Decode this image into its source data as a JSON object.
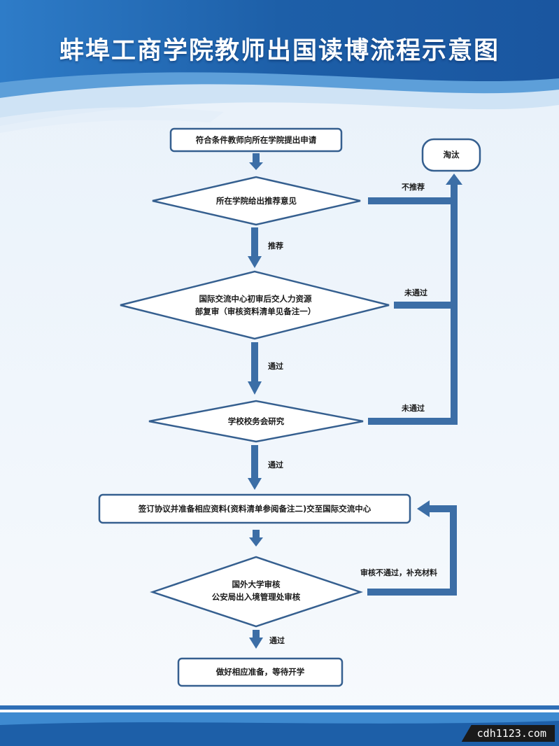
{
  "title": "蚌埠工商学院教师出国读博流程示意图",
  "colors": {
    "header_dark": "#1d5fa8",
    "header_mid": "#3e8ad0",
    "header_light": "#a9cdee",
    "arrow": "#3c6ea6",
    "box_stroke": "#355f8f",
    "background": "#f4f8fc"
  },
  "nodes": {
    "apply": "符合条件教师向所在学院提出申请",
    "college": "所在学院给出推荐意见",
    "intl_review": "国际交流中心初审后交人力资源\n部复审（审核资料清单见备注一）",
    "school_meeting": "学校校务会研究",
    "sign_agreement": "签订协议并准备相应资料(资料清单参阅备注二)交至国际交流中心",
    "foreign_review": "国外大学审核\n公安局出入境管理处审核",
    "prepare": "做好相应准备，等待开学",
    "eliminated": "淘汰"
  },
  "edges": {
    "recommend": "推荐",
    "not_recommend": "不推荐",
    "pass_1": "通过",
    "fail_1": "未通过",
    "pass_2": "通过",
    "fail_2": "未通过",
    "fail_supplement": "审核不通过，补充材料",
    "pass_3": "通过"
  },
  "watermark": "cdh1123.com"
}
